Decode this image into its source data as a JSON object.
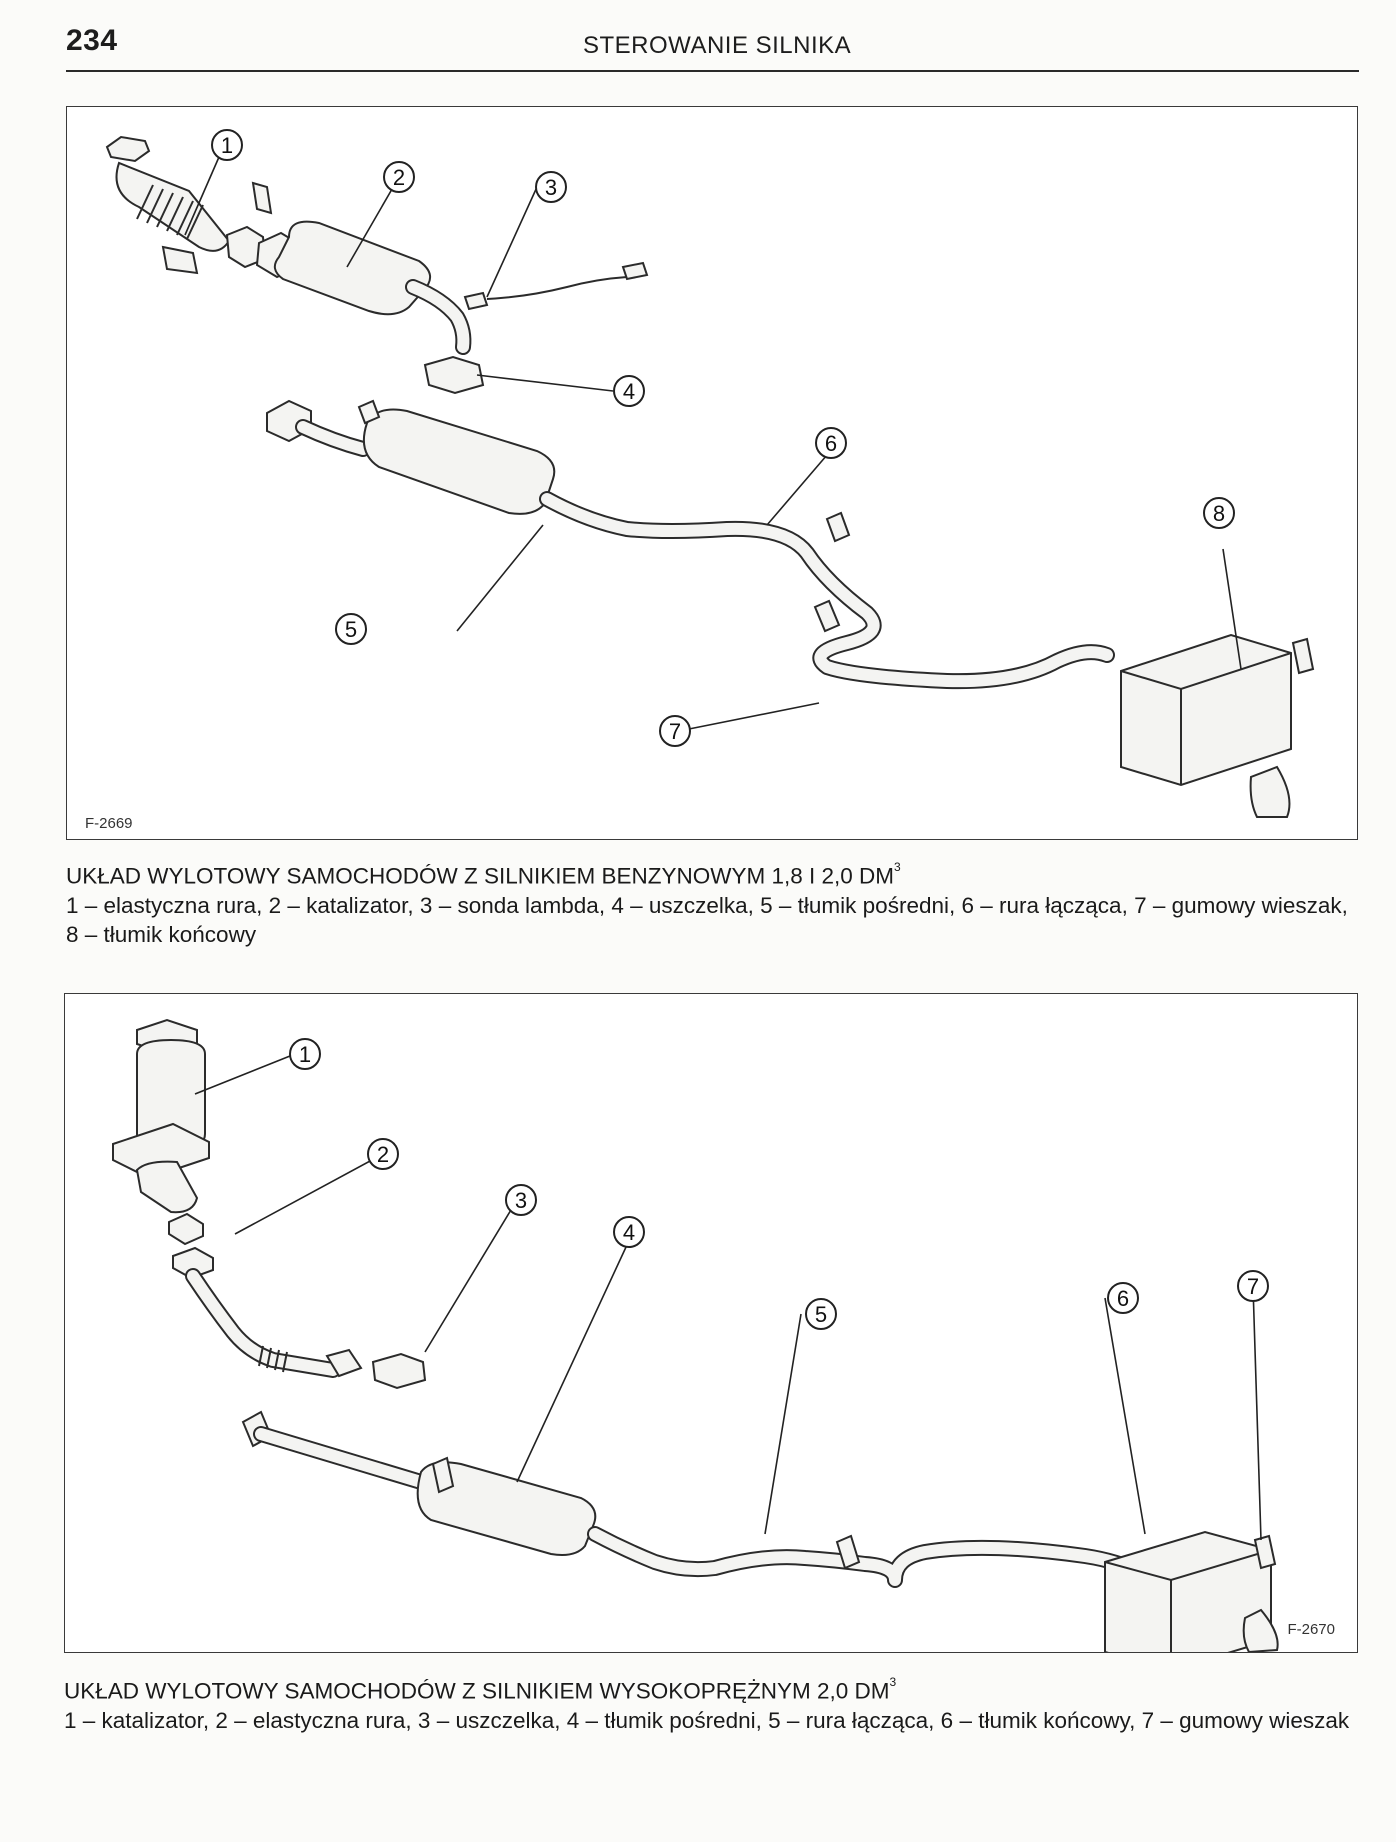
{
  "header": {
    "page_number": "234",
    "chapter": "STEROWANIE SILNIKA"
  },
  "figure1": {
    "code": "F-2669",
    "callouts": [
      "1",
      "2",
      "3",
      "4",
      "5",
      "6",
      "7",
      "8"
    ],
    "caption_title": "UKŁAD WYLOTOWY SAMOCHODÓW Z SILNIKIEM BENZYNOWYM 1,8 I 2,0 DM",
    "caption_sup": "3",
    "caption_text": "1 – elastyczna rura, 2 – katalizator, 3 – sonda lambda, 4 – uszczelka, 5 – tłumik pośredni, 6 – rura łącząca, 7 – gumowy wieszak, 8 – tłumik końcowy"
  },
  "figure2": {
    "code": "F-2670",
    "callouts": [
      "1",
      "2",
      "3",
      "4",
      "5",
      "6",
      "7"
    ],
    "caption_title": "UKŁAD WYLOTOWY SAMOCHODÓW Z SILNIKIEM WYSOKOPRĘŻNYM 2,0 DM",
    "caption_sup": "3",
    "caption_text": "1 – katalizator, 2 – elastyczna rura, 3 – uszczelka, 4 – tłumik pośredni, 5 – rura łącząca, 6 – tłumik końcowy, 7 – gumowy wieszak"
  }
}
